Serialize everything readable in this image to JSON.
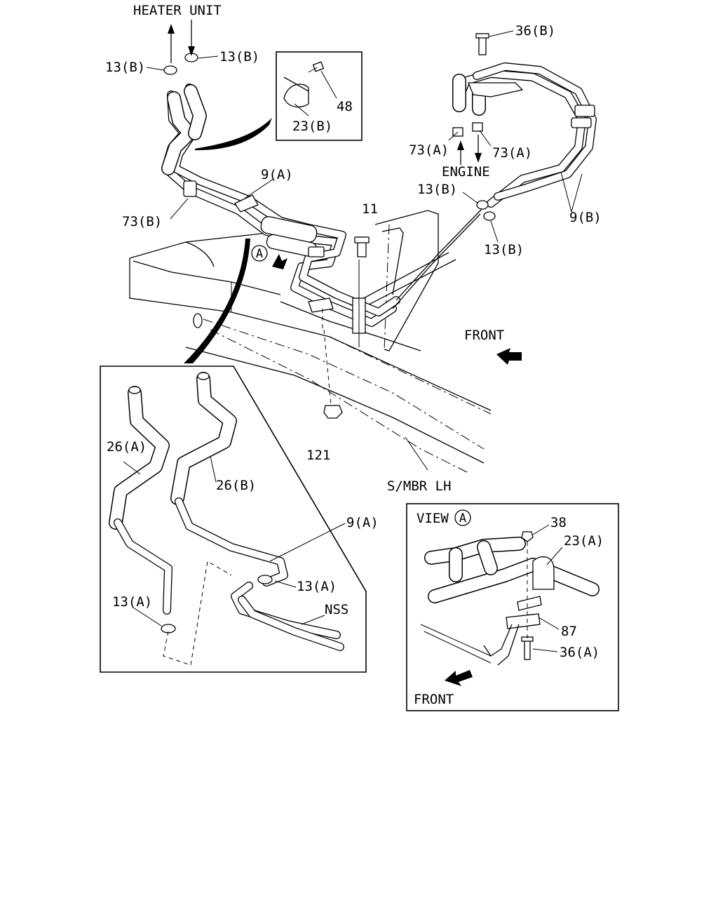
{
  "labels": {
    "heater_unit": "HEATER UNIT",
    "clamp_13b_left": "13(B)",
    "clamp_13b_right": "13(B)",
    "bolt_48": "48",
    "bracket_23b": "23(B)",
    "bolt_36b": "36(B)",
    "hose_73a_left": "73(A)",
    "hose_73a_right": "73(A)",
    "engine": "ENGINE",
    "pipe_9a_top": "9(A)",
    "hose_73b": "73(B)",
    "bolt_11": "11",
    "clamp_13b_engine_upper": "13(B)",
    "clamp_13b_engine_lower": "13(B)",
    "pipe_9b": "9(B)",
    "front_main": "FRONT",
    "nut_121": "121",
    "s_mbr_lh": "S/MBR LH",
    "view_marker": "A",
    "hose_26a": "26(A)",
    "hose_26b": "26(B)",
    "pipe_9a_detail": "9(A)",
    "clamp_13a_right": "13(A)",
    "clamp_13a_left": "13(A)",
    "nss": "NSS",
    "view_title": "VIEW",
    "view_title_marker": "A",
    "nut_38": "38",
    "bracket_23a": "23(A)",
    "bracket_87": "87",
    "bolt_36a": "36(A)",
    "front_view": "FRONT"
  },
  "colors": {
    "ink": "#000000",
    "paper": "#ffffff"
  }
}
